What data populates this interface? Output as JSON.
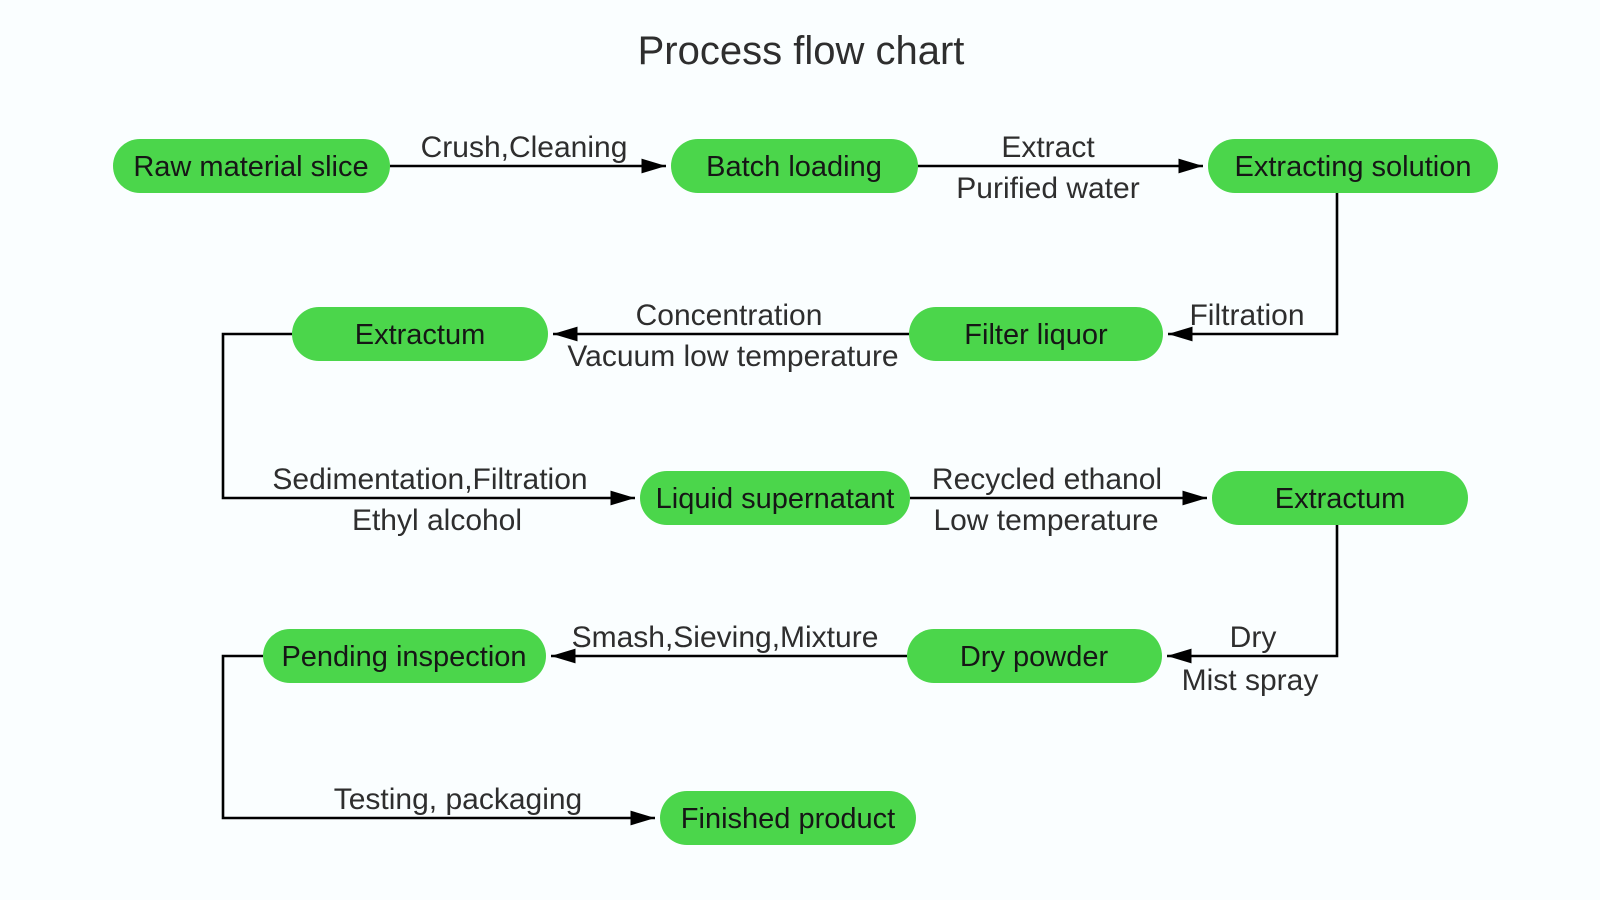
{
  "title": "Process flow chart",
  "colors": {
    "background": "#fafeff",
    "node_fill": "#4bd64b",
    "line": "#000000",
    "label_text": "#2e2e2e",
    "node_text": "#161616"
  },
  "nodes": [
    {
      "id": "raw-material-slice",
      "label": "Raw material slice"
    },
    {
      "id": "batch-loading",
      "label": "Batch loading"
    },
    {
      "id": "extracting-solution",
      "label": "Extracting solution"
    },
    {
      "id": "extractum-1",
      "label": "Extractum"
    },
    {
      "id": "filter-liquor",
      "label": "Filter liquor"
    },
    {
      "id": "liquid-supernatant",
      "label": "Liquid supernatant"
    },
    {
      "id": "extractum-2",
      "label": "Extractum"
    },
    {
      "id": "pending-inspection",
      "label": "Pending inspection"
    },
    {
      "id": "dry-powder",
      "label": "Dry powder"
    },
    {
      "id": "finished-product",
      "label": "Finished product"
    }
  ],
  "edges": [
    {
      "from": "raw-material-slice",
      "to": "batch-loading",
      "label_lines": [
        "Crush,Cleaning"
      ]
    },
    {
      "from": "batch-loading",
      "to": "extracting-solution",
      "label_lines": [
        "Extract",
        "Purified water"
      ]
    },
    {
      "from": "extracting-solution",
      "to": "filter-liquor",
      "label_lines": [
        "Filtration"
      ]
    },
    {
      "from": "filter-liquor",
      "to": "extractum-1",
      "label_lines": [
        "Concentration",
        "Vacuum low temperature"
      ]
    },
    {
      "from": "extractum-1",
      "to": "liquid-supernatant",
      "label_lines": [
        "Sedimentation,Filtration",
        "Ethyl alcohol"
      ]
    },
    {
      "from": "liquid-supernatant",
      "to": "extractum-2",
      "label_lines": [
        "Recycled ethanol",
        "Low temperature"
      ]
    },
    {
      "from": "extractum-2",
      "to": "dry-powder",
      "label_lines": [
        "Dry",
        "Mist spray"
      ]
    },
    {
      "from": "dry-powder",
      "to": "pending-inspection",
      "label_lines": [
        "Smash,Sieving,Mixture"
      ]
    },
    {
      "from": "pending-inspection",
      "to": "finished-product",
      "label_lines": [
        "Testing, packaging"
      ]
    }
  ]
}
